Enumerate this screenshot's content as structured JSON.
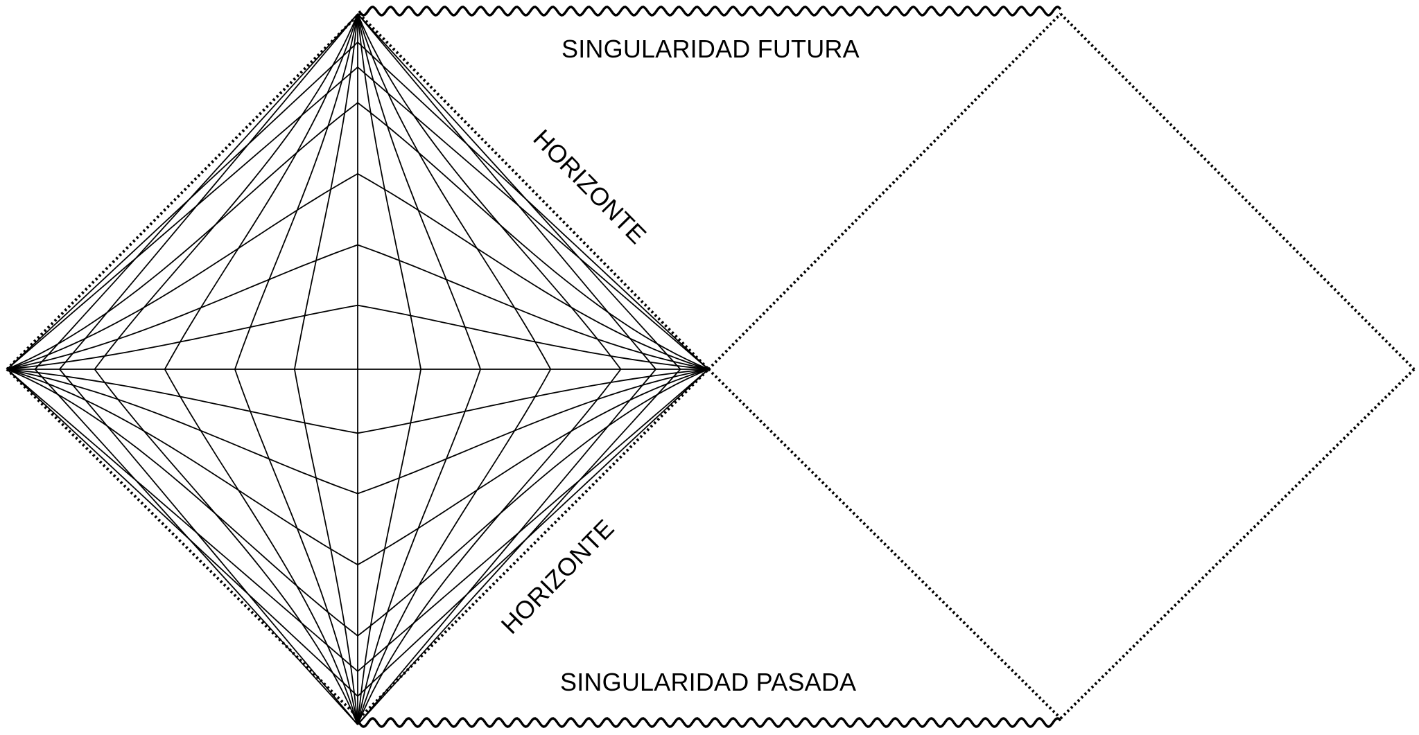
{
  "labels": {
    "future_singularity": "SINGULARIDAD FUTURA",
    "past_singularity": "SINGULARIDAD PASADA",
    "horizon_upper": "HORIZONTE",
    "horizon_lower": "HORIZONTE"
  },
  "colors": {
    "ink": "#000000",
    "background": "#ffffff"
  }
}
